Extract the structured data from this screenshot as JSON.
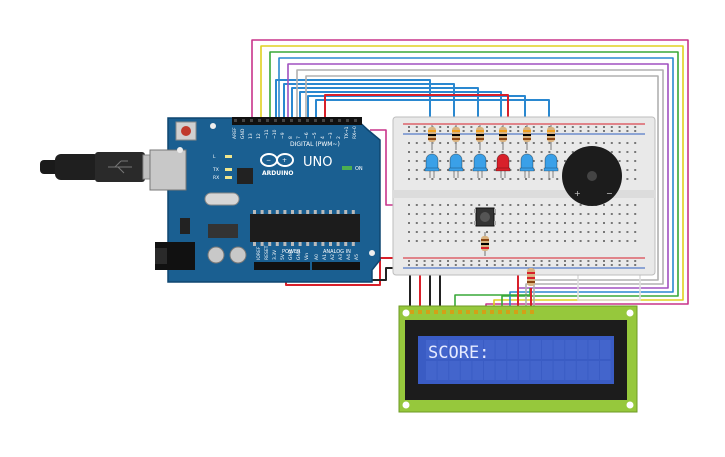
{
  "arduino": {
    "brand": "ARDUINO",
    "model": "UNO",
    "digital_header": "DIGITAL (PWM~)",
    "power_label": "POWER",
    "analog_label": "ANALOG IN",
    "on_label": "ON",
    "tx_label": "TX",
    "rx_label": "RX",
    "l_label": "L",
    "digital_pins": [
      "AREF",
      "GND",
      "13",
      "12",
      "~11",
      "~10",
      "~9",
      "8",
      "7",
      "~6",
      "~5",
      "4",
      "~3",
      "2",
      "TX→1",
      "RX←0"
    ],
    "power_pins": [
      "IOREF",
      "RESET",
      "3.3V",
      "5V",
      "GND",
      "GND",
      "Vin"
    ],
    "analog_pins": [
      "A0",
      "A1",
      "A2",
      "A3",
      "A4",
      "A5"
    ]
  },
  "lcd": {
    "text": "SCORE:",
    "columns": 16,
    "rows": 2
  },
  "leds": [
    {
      "color": "#3aa0e8"
    },
    {
      "color": "#3aa0e8"
    },
    {
      "color": "#3aa0e8"
    },
    {
      "color": "#d8202a"
    },
    {
      "color": "#3aa0e8"
    },
    {
      "color": "#3aa0e8"
    }
  ],
  "colors": {
    "board": "#1a5f91",
    "lcd_pcb": "#96c83c",
    "lcd_screen": "#3a5cc4",
    "breadboard": "#e9e9e9",
    "wire_red": "#d8202a",
    "wire_black": "#222222"
  },
  "wires": {
    "colors": [
      "#c8348a",
      "#e0d020",
      "#38a838",
      "#2a88d0",
      "#a050c0",
      "#d8202a",
      "#222222",
      "#b0b0b0",
      "#f0a020"
    ]
  }
}
